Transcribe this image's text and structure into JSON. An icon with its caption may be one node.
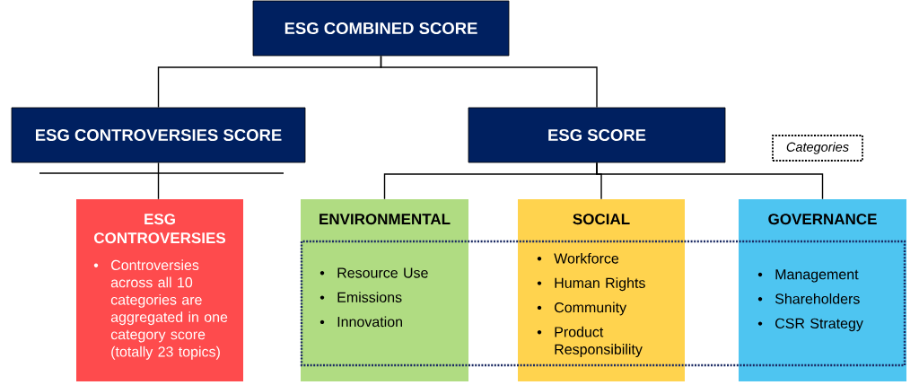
{
  "diagram": {
    "nodes": [
      {
        "text": [
          "ESG COMBINED SCORE"
        ]
      },
      {
        "text": [
          "ESG CONTROVERSIES SCORE"
        ]
      },
      {
        "text": [
          "ESG SCORE"
        ]
      },
      {
        "text": [
          "Categories"
        ]
      },
      {
        "text": [
          "ESG CONTROVERSIES",
          "Controversies across all 10 categories are aggregated in one category score (totally 23 topics)"
        ]
      },
      {
        "text": [
          "ENVIRONMENTAL",
          "Resource Use",
          "Emissions",
          "Innovation"
        ]
      },
      {
        "text": [
          "SOCIAL",
          "Workforce",
          "Human Rights",
          "Community",
          "Product Responsibility"
        ]
      },
      {
        "text": [
          "GOVERNANCE",
          "Management",
          "Shareholders",
          "CSR Strategy"
        ]
      }
    ],
    "edges": [
      {
        "from": 0,
        "to": 1,
        "arrow": "none"
      },
      {
        "from": 0,
        "to": 2,
        "arrow": "none"
      },
      {
        "from": 1,
        "to": 4,
        "arrow": "none"
      },
      {
        "from": 2,
        "to": 5,
        "arrow": "none"
      },
      {
        "from": 2,
        "to": 6,
        "arrow": "none"
      },
      {
        "from": 2,
        "to": 7,
        "arrow": "none"
      }
    ]
  }
}
